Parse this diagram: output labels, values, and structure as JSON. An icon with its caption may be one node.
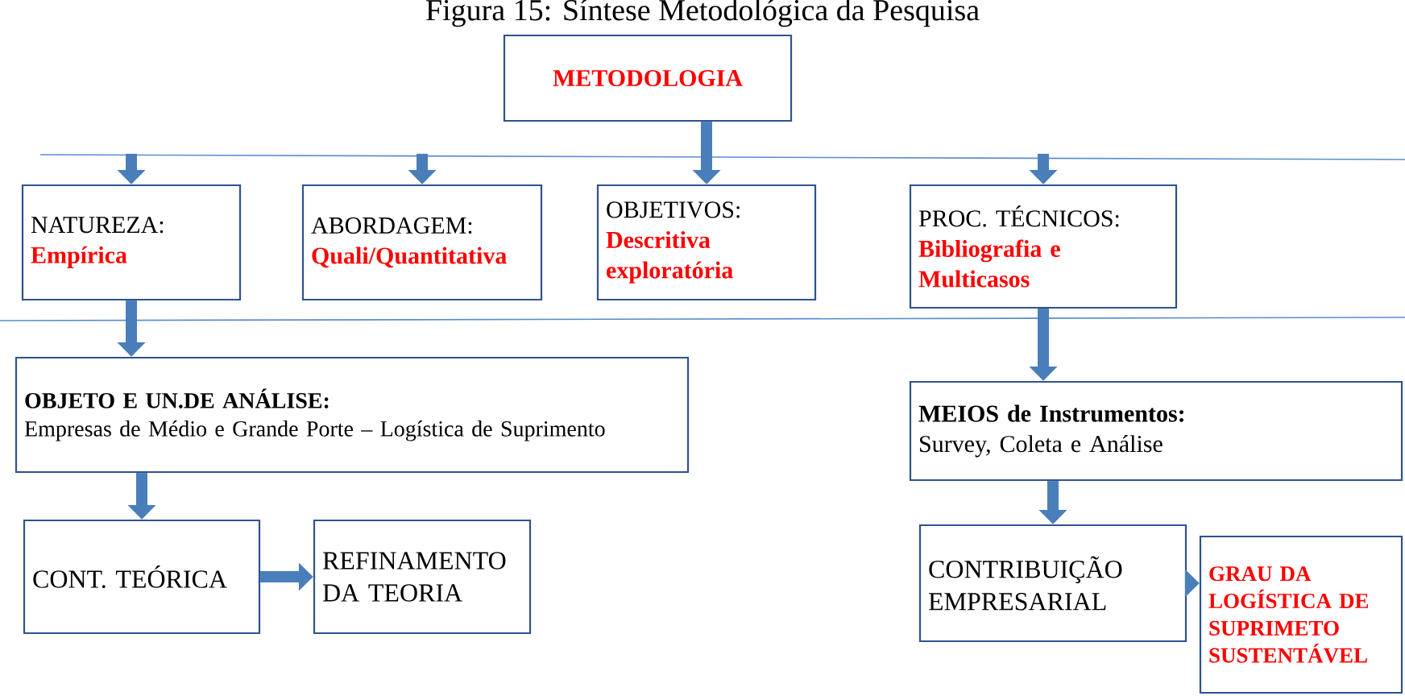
{
  "diagram": {
    "title": "Figura 15: Síntese Metodológica da Pesquisa",
    "nodes": [
      {
        "text": [
          "METODOLOGIA"
        ]
      },
      {
        "text": [
          "NATUREZA:",
          "Empírica"
        ]
      },
      {
        "text": [
          "ABORDAGEM:",
          "Quali/Quantitativa"
        ]
      },
      {
        "text": [
          "OBJETIVOS:",
          "Descritiva exploratória"
        ]
      },
      {
        "text": [
          "PROC. TÉCNICOS:",
          "Bibliografia e Multicasos"
        ]
      },
      {
        "text": [
          "OBJETO E UN.DE ANÁLISE:",
          "Empresas de Médio e Grande Porte – Logística de Suprimento"
        ]
      },
      {
        "text": [
          "MEIOS de Instrumentos:",
          "Survey, Coleta e Análise"
        ]
      },
      {
        "text": [
          "CONT. TEÓRICA"
        ]
      },
      {
        "text": [
          "REFINAMENTO DA TEORIA"
        ]
      },
      {
        "text": [
          "CONTRIBUIÇÃO EMPRESARIAL"
        ]
      },
      {
        "text": [
          "GRAU DA LOGÍSTICA DE SUPRIMETO SUSTENTÁVEL"
        ]
      }
    ],
    "edges": [
      {
        "from": null,
        "to": 1,
        "arrow": "to"
      },
      {
        "from": null,
        "to": 2,
        "arrow": "to"
      },
      {
        "from": 0,
        "to": 3,
        "arrow": "to"
      },
      {
        "from": null,
        "to": 4,
        "arrow": "to"
      },
      {
        "from": 1,
        "to": 5,
        "arrow": "to"
      },
      {
        "from": 4,
        "to": 6,
        "arrow": "to"
      },
      {
        "from": 5,
        "to": 7,
        "arrow": "to"
      },
      {
        "from": 7,
        "to": 8,
        "arrow": "to"
      },
      {
        "from": 6,
        "to": 9,
        "arrow": "to"
      },
      {
        "from": 9,
        "to": 10,
        "arrow": "to"
      }
    ]
  }
}
